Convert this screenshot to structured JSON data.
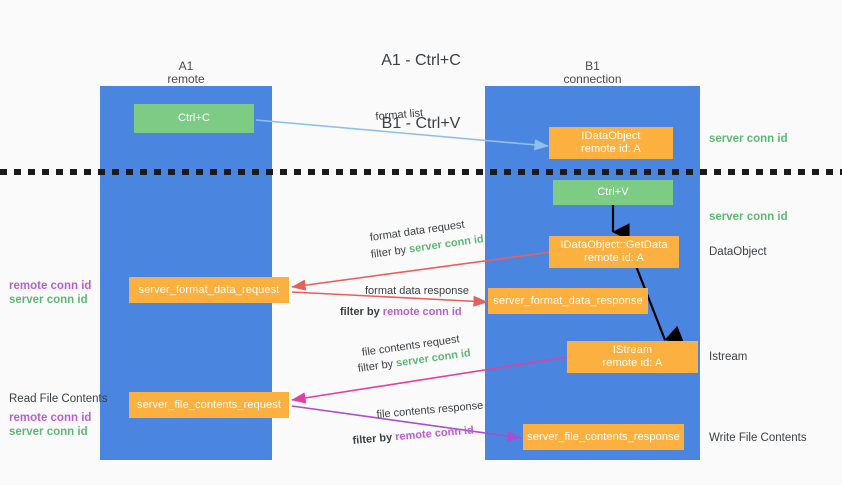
{
  "title": {
    "line1": "A1 - Ctrl+C",
    "line2": "B1 - Ctrl+V"
  },
  "lanes": [
    {
      "id": "a1",
      "name": "A1",
      "role": "remote",
      "color": "#4a86e0"
    },
    {
      "id": "b1",
      "name": "B1",
      "role": "connection",
      "color": "#4a86e0"
    }
  ],
  "colors": {
    "lane_blue": "#4a86e0",
    "node_green": "#7ecb85",
    "node_orange": "#fbb040",
    "server_conn_green": "#5fb776",
    "remote_conn_purple": "#b75fd0",
    "arrow_lightblue": "#8fc0ec",
    "arrow_red": "#e8605d",
    "arrow_magenta": "#e040a0",
    "arrow_purple": "#a64fd0",
    "arrow_black": "#000000",
    "divider_black": "#1a1a1a",
    "page_bg": "#fafafa"
  },
  "nodes": {
    "ctrl_c": {
      "label": "Ctrl+C",
      "style": "green"
    },
    "ole_set_clipboard": {
      "line1": "IDataObject",
      "line2": "remote id: A",
      "style": "orange"
    },
    "ctrl_v": {
      "label": "Ctrl+V",
      "style": "green"
    },
    "get_data": {
      "line1": "IDataObject::GetData",
      "line2": "remote id: A",
      "style": "orange"
    },
    "istream": {
      "line1": "IStream",
      "line2": "remote id: A",
      "style": "orange"
    },
    "server_format_data_request": {
      "label": "server_format_data_request",
      "style": "orange"
    },
    "server_format_data_response": {
      "label": "server_format_data_response",
      "style": "orange"
    },
    "server_file_contents_request": {
      "label": "server_file_contents_request",
      "style": "orange"
    },
    "server_file_contents_response": {
      "label": "server_file_contents_response",
      "style": "orange"
    }
  },
  "edge_labels": {
    "format_list": "format list",
    "format_data_request": "format data request",
    "format_data_request_filter_prefix": "filter by ",
    "format_data_request_filter_value": "server conn id",
    "format_data_response": "format data response",
    "format_data_response_filter_prefix": "filter by ",
    "format_data_response_filter_value": "remote conn id",
    "file_contents_request": "file contents request",
    "file_contents_request_filter_prefix": "filter by ",
    "file_contents_request_filter_value": "server conn id",
    "file_contents_response": "file contents response",
    "file_contents_response_filter_prefix": "filter by ",
    "file_contents_response_filter_value": "remote conn id"
  },
  "right_annotations": [
    {
      "id": "server-conn-id-1",
      "text": "server conn id",
      "style": "green"
    },
    {
      "id": "server-conn-id-2",
      "text": "server conn id",
      "style": "green"
    },
    {
      "id": "dataobject",
      "text": "DataObject",
      "style": "dark"
    },
    {
      "id": "istream",
      "text": "Istream",
      "style": "dark"
    },
    {
      "id": "write-file-contents",
      "text": "Write File Contents",
      "style": "dark"
    }
  ],
  "left_annotations": [
    {
      "id": "remote-conn-id-1",
      "text": "remote conn id",
      "style": "purple"
    },
    {
      "id": "server-conn-id-1",
      "text": "server conn id",
      "style": "green"
    },
    {
      "id": "read-file-contents",
      "text": "Read File Contents",
      "style": "dark"
    },
    {
      "id": "remote-conn-id-2",
      "text": "remote conn id",
      "style": "purple"
    },
    {
      "id": "server-conn-id-2",
      "text": "server conn id",
      "style": "green"
    }
  ]
}
